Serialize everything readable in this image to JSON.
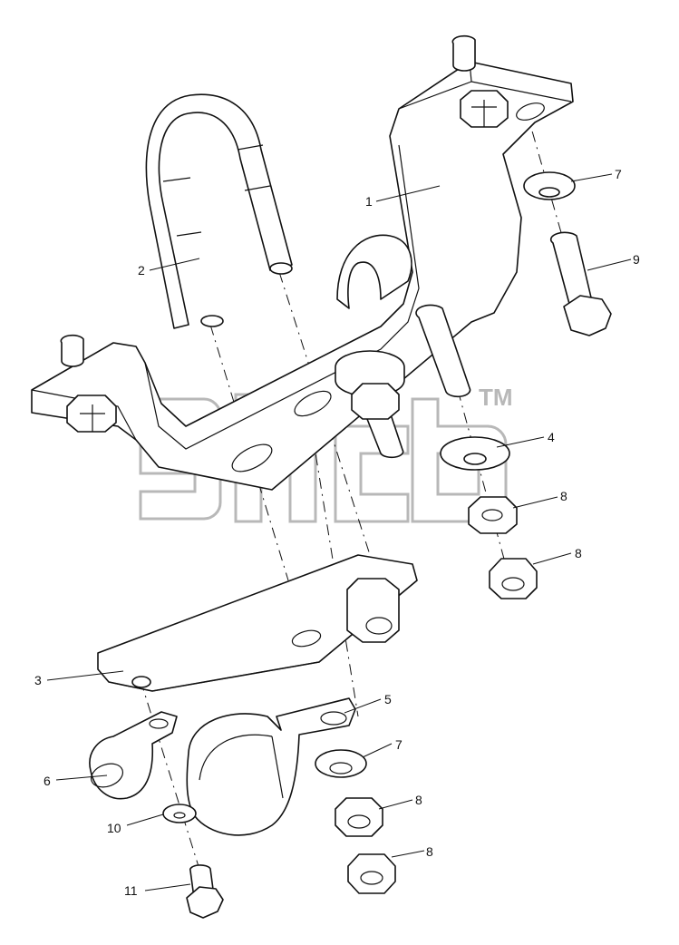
{
  "diagram": {
    "callouts": [
      {
        "id": "c1",
        "label": "1"
      },
      {
        "id": "c2",
        "label": "2"
      },
      {
        "id": "c3",
        "label": "3"
      },
      {
        "id": "c4",
        "label": "4"
      },
      {
        "id": "c5",
        "label": "5"
      },
      {
        "id": "c6",
        "label": "6"
      },
      {
        "id": "c7a",
        "label": "7"
      },
      {
        "id": "c7b",
        "label": "7"
      },
      {
        "id": "c8a",
        "label": "8"
      },
      {
        "id": "c8b",
        "label": "8"
      },
      {
        "id": "c8c",
        "label": "8"
      },
      {
        "id": "c8d",
        "label": "8"
      },
      {
        "id": "c9",
        "label": "9"
      },
      {
        "id": "c10",
        "label": "10"
      },
      {
        "id": "c11",
        "label": "11"
      }
    ],
    "watermark": {
      "trademark": "TM"
    },
    "colors": {
      "line": "#111111",
      "watermark": "#b8b8b8",
      "background": "#ffffff"
    }
  }
}
